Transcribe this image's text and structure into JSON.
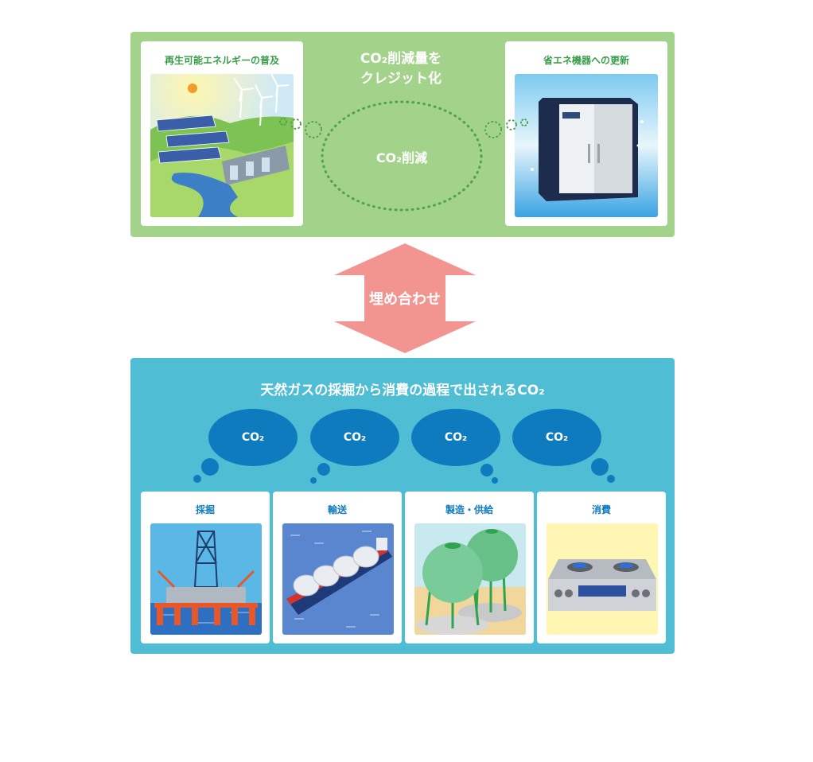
{
  "top": {
    "left_card_title": "再生可能エネルギーの普及",
    "right_card_title": "省エネ機器への更新",
    "center_title_line1": "CO₂削減量を",
    "center_title_line2": "クレジット化",
    "ellipse_label": "CO₂削減"
  },
  "arrow": {
    "label": "埋め合わせ"
  },
  "bottom": {
    "title": "天然ガスの採掘から消費の過程で出されるCO₂",
    "clouds": [
      "CO₂",
      "CO₂",
      "CO₂",
      "CO₂"
    ],
    "stages": [
      "採掘",
      "輸送",
      "製造・供給",
      "消費"
    ]
  },
  "colors": {
    "green_panel": "#a3d28a",
    "blue_panel": "#4fbdd3",
    "arrow": "#f29490",
    "cloud": "#0f7bbf",
    "green_text": "#3a9d4a"
  },
  "icons": [
    "renewable-energy-scene",
    "energy-saving-equipment",
    "offshore-drilling-rig",
    "lng-carrier-ship",
    "gas-storage-tanks",
    "gas-stove"
  ]
}
